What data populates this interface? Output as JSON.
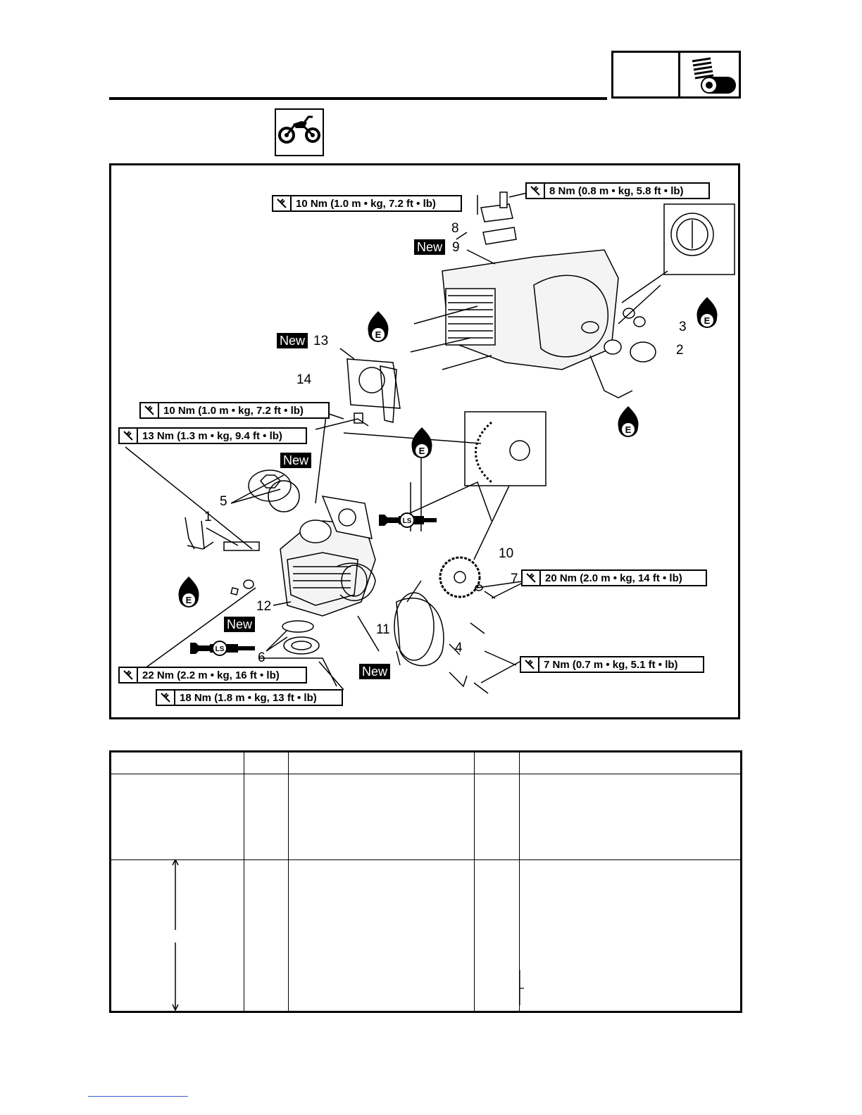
{
  "torque_specs": {
    "t8": "8 Nm (0.8 m • kg, 5.8 ft • lb)",
    "t10a": "10 Nm (1.0 m • kg, 7.2 ft • lb)",
    "t10b": "10 Nm (1.0 m • kg, 7.2 ft • lb)",
    "t13": "13 Nm (1.3 m • kg, 9.4 ft • lb)",
    "t20": "20 Nm (2.0 m • kg, 14 ft • lb)",
    "t7": "7 Nm (0.7 m • kg, 5.1 ft • lb)",
    "t22": "22 Nm (2.2 m • kg, 16 ft • lb)",
    "t18": "18 Nm (1.8 m • kg, 13 ft • lb)"
  },
  "new_label": "New",
  "callouts": {
    "n1": "1",
    "n2": "2",
    "n3": "3",
    "n4": "4",
    "n5": "5",
    "n6": "6",
    "n7": "7",
    "n8": "8",
    "n9": "9",
    "n10": "10",
    "n11": "11",
    "n12": "12",
    "n13": "13",
    "n14": "14"
  },
  "symbols": {
    "engine_oil": "E",
    "lithium_grease": "LS"
  },
  "icons": [
    "wrench-torque-icon",
    "engine-oil-icon",
    "lithium-soap-grease-icon",
    "motorcycle-icon",
    "engine-section-icon"
  ]
}
